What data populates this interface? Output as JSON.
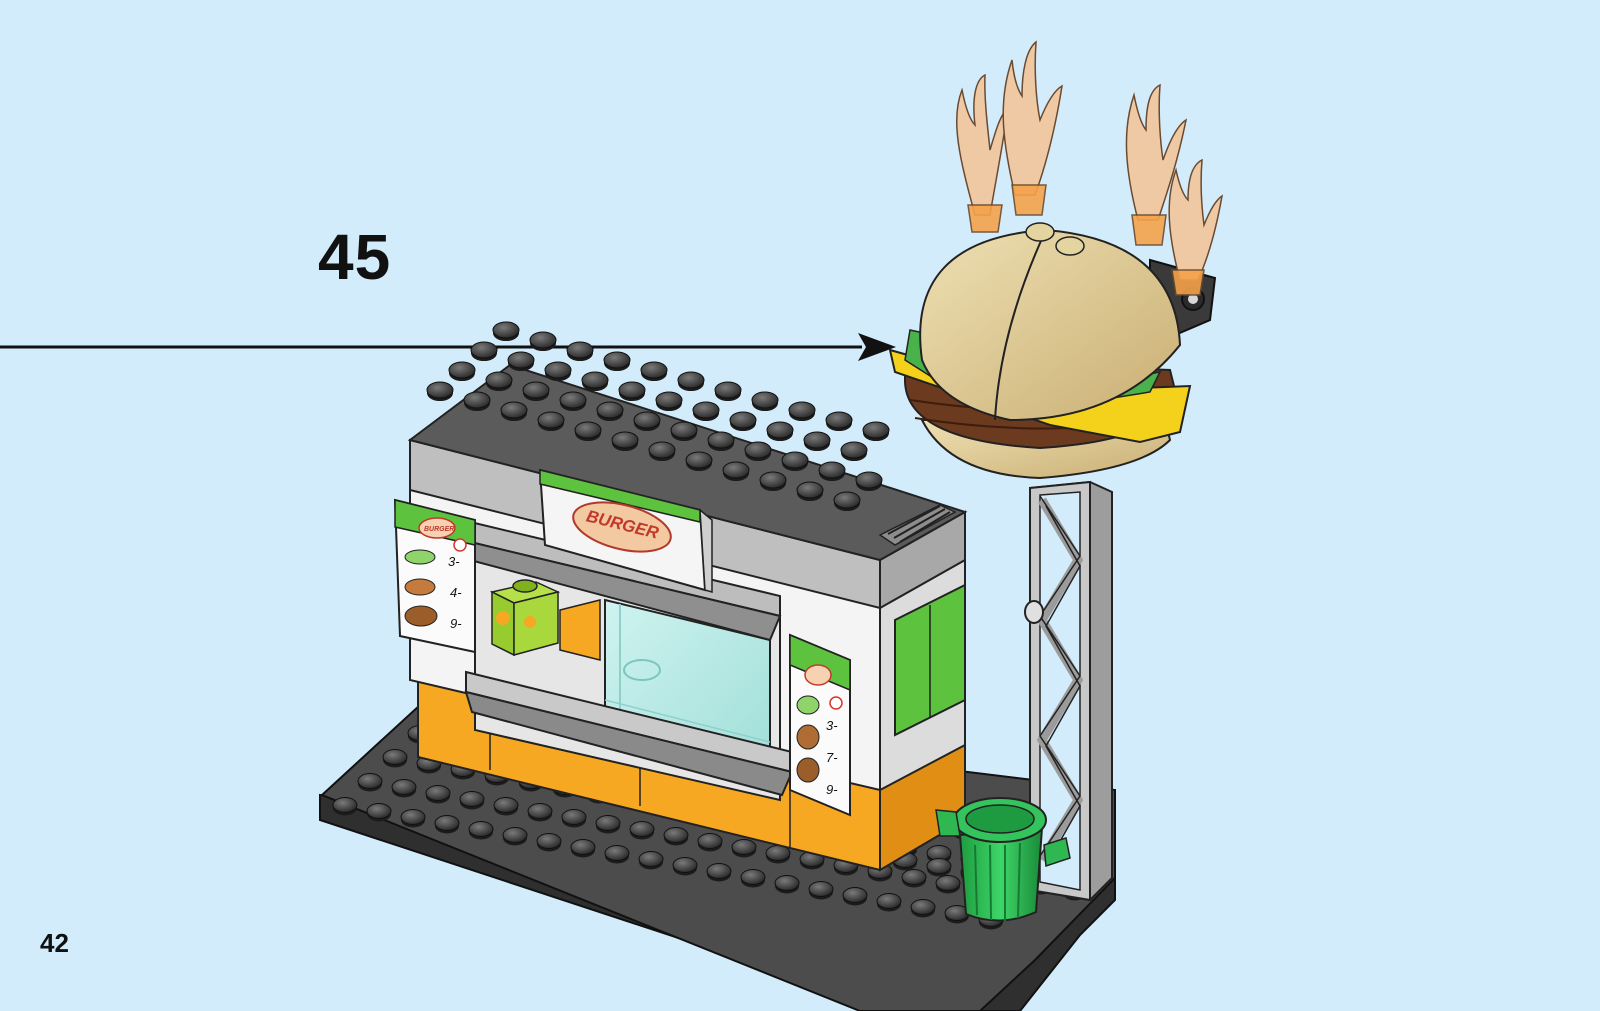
{
  "page": {
    "step_number": "45",
    "page_number": "42"
  },
  "signage": {
    "sign_text": "BURGER",
    "menu_left_badge": "BURGER",
    "menu_left_prices": [
      "3-",
      "4-",
      "9-"
    ],
    "menu_right_prices": [
      "3-",
      "7-",
      "9-"
    ]
  },
  "colors": {
    "background": "#d2ecfb",
    "baseplate": "#4a4a4a",
    "roof": "#595959",
    "orange": "#f7a823",
    "green": "#5cc23f",
    "bun": "#d9c38c",
    "patty": "#6b3a1f",
    "cheese": "#f4d21c",
    "antler": "#efc9a4",
    "bin": "#2fb852",
    "tower": "#b8b8b8"
  }
}
